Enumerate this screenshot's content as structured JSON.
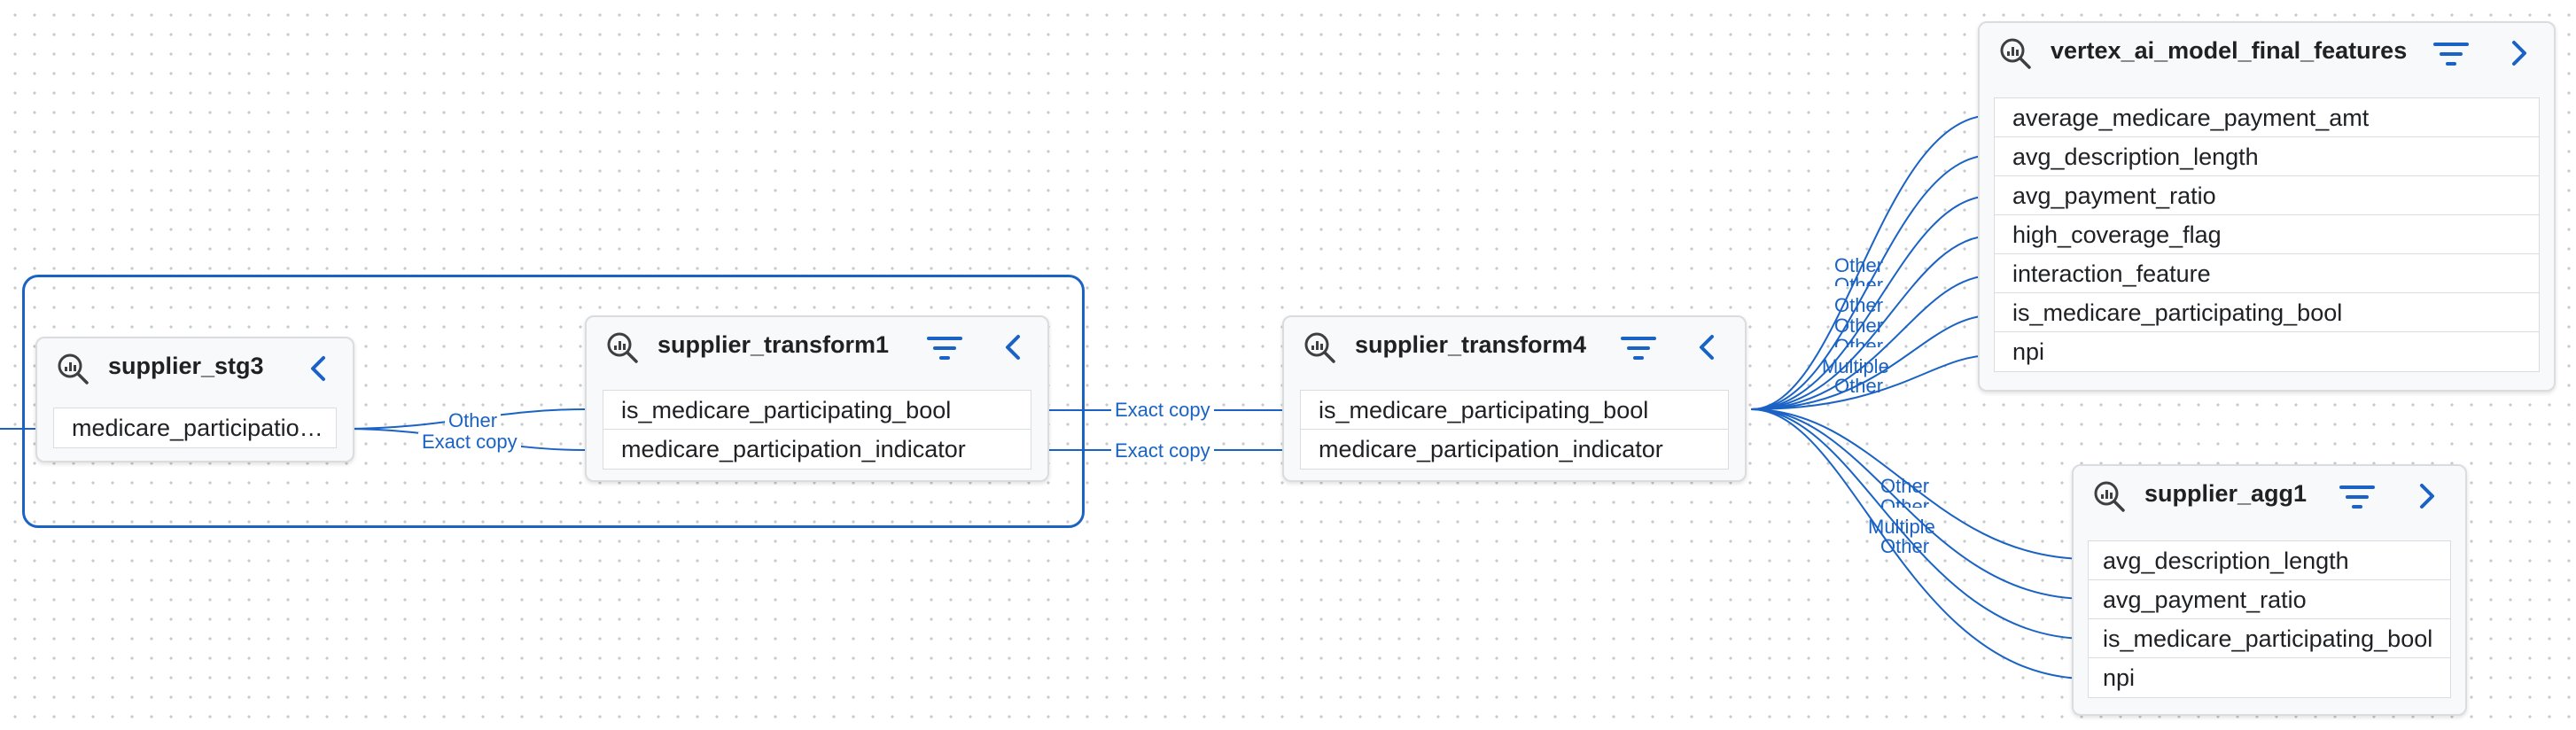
{
  "colors": {
    "edge": "#1a63c4",
    "accent": "#1a63c4",
    "border": "#dadce0"
  },
  "nodes": {
    "supplier_stg3": {
      "title": "supplier_stg3",
      "fields": [
        "medicare_participatio…"
      ],
      "icon": "table-search-icon",
      "toggle_icon": "chevron-left-icon"
    },
    "supplier_transform1": {
      "title": "supplier_transform1",
      "fields": [
        "is_medicare_participating_bool",
        "medicare_participation_indicator"
      ],
      "icon": "table-search-icon",
      "filter_icon": "filter-icon",
      "toggle_icon": "chevron-left-icon"
    },
    "supplier_transform4": {
      "title": "supplier_transform4",
      "fields": [
        "is_medicare_participating_bool",
        "medicare_participation_indicator"
      ],
      "icon": "table-search-icon",
      "filter_icon": "filter-icon",
      "toggle_icon": "chevron-left-icon"
    },
    "vertex_ai_model_final_features": {
      "title": "vertex_ai_model_final_features",
      "fields": [
        "average_medicare_payment_amt",
        "avg_description_length",
        "avg_payment_ratio",
        "high_coverage_flag",
        "interaction_feature",
        "is_medicare_participating_bool",
        "npi"
      ],
      "icon": "table-search-icon",
      "filter_icon": "filter-icon",
      "toggle_icon": "chevron-right-icon"
    },
    "supplier_agg1": {
      "title": "supplier_agg1",
      "fields": [
        "avg_description_length",
        "avg_payment_ratio",
        "is_medicare_participating_bool",
        "npi"
      ],
      "icon": "table-search-icon",
      "filter_icon": "filter-icon",
      "toggle_icon": "chevron-right-icon"
    }
  },
  "edge_labels": {
    "stg3_to_t1_a": "Other",
    "stg3_to_t1_b": "Exact copy",
    "t1_to_t4_a": "Exact copy",
    "t1_to_t4_b": "Exact copy",
    "t4_to_vertex": [
      "Other",
      "Other",
      "Other",
      "Other",
      "Other",
      "Multiple",
      "Other"
    ],
    "t4_to_agg": [
      "Other",
      "Other",
      "Multiple",
      "Other"
    ]
  }
}
